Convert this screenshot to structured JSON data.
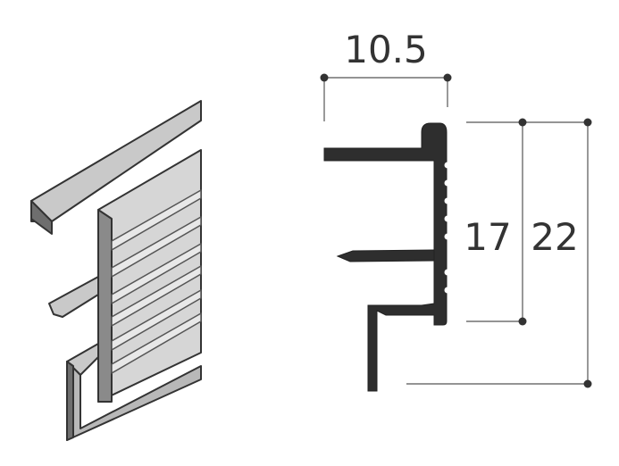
{
  "dimensions": {
    "width_label": "10.5",
    "inner_height_label": "17",
    "total_height_label": "22"
  },
  "colors": {
    "profile_fill": "#c9c9c9",
    "profile_dark": "#6e6e6e",
    "outline": "#333333",
    "section_fill": "#2e2e2e",
    "dim_line": "#555555"
  }
}
